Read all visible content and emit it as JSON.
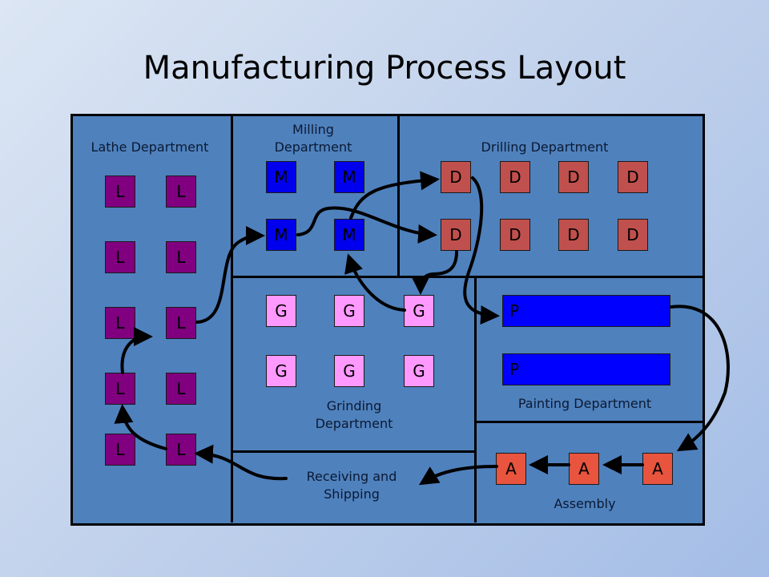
{
  "title": "Manufacturing Process Layout",
  "departments": {
    "lathe": "Lathe Department",
    "milling": "Milling Department",
    "drilling": "Drilling Department",
    "grinding": "Grinding Department",
    "painting": "Painting Department",
    "receiving": "Receiving and Shipping",
    "assembly": "Assembly"
  },
  "machines": {
    "lathe": "L",
    "milling": "M",
    "drilling": "D",
    "grinding": "G",
    "painting": "P",
    "assembly": "A"
  },
  "colors": {
    "floor": "#4f81bd",
    "lathe": "#800080",
    "milling": "#0000ee",
    "drilling": "#c0504d",
    "grinding": "#ff99ff",
    "painting": "#0000ff",
    "assembly": "#e8543e"
  }
}
